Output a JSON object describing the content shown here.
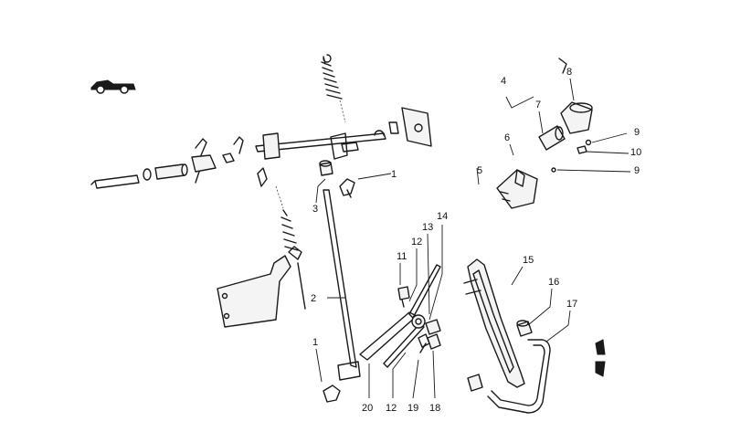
{
  "callouts": {
    "c1_upper": "1",
    "c1_lower": "1",
    "c2": "2",
    "c3": "3",
    "c4": "4",
    "c5": "5",
    "c6": "6",
    "c7": "7",
    "c8": "8",
    "c9_upper": "9",
    "c9_lower": "9",
    "c10": "10",
    "c11": "11",
    "c12_upper": "12",
    "c12_lower": "12",
    "c13": "13",
    "c14": "14",
    "c15": "15",
    "c16": "16",
    "c17": "17",
    "c18": "18",
    "c19": "19",
    "c20": "20"
  },
  "icons": {
    "vehicle": "car-side-icon"
  },
  "colors": {
    "ink": "#1a1a1a",
    "paper": "#ffffff"
  }
}
